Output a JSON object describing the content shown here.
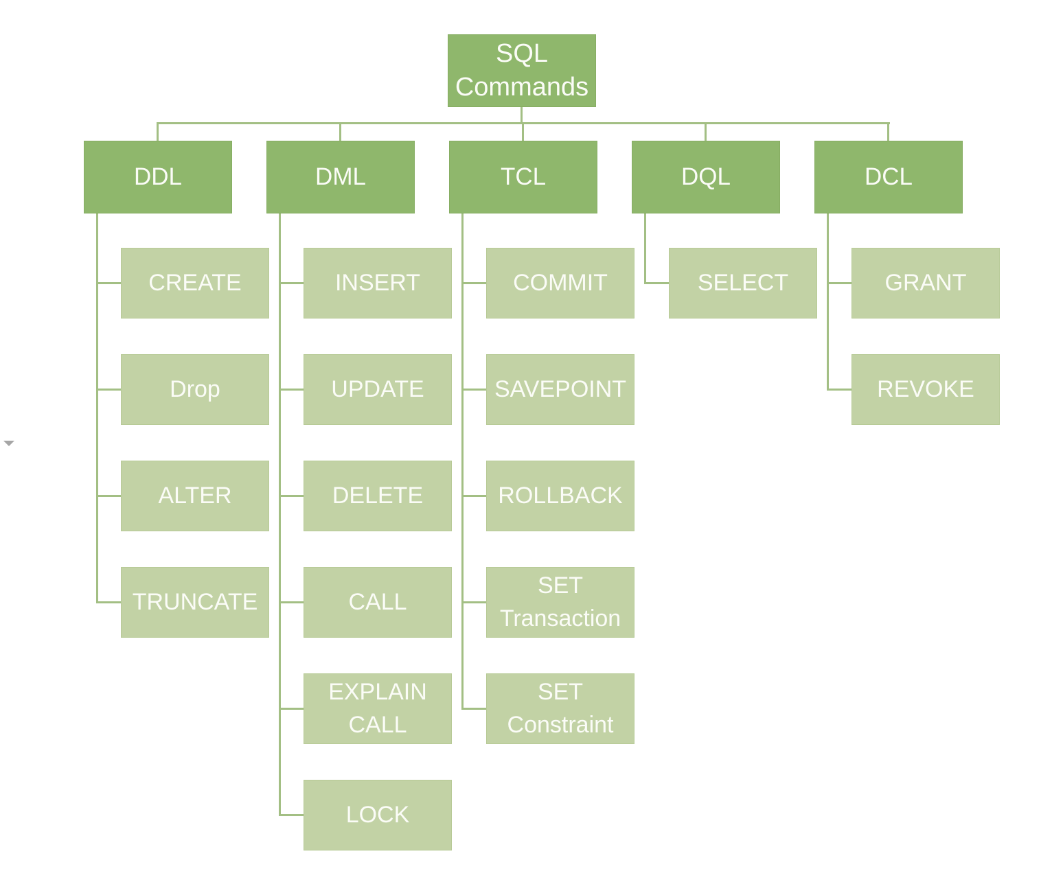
{
  "colors": {
    "parent_fill": "#8FB76C",
    "parent_border": "#86AD62",
    "child_fill": "#C2D2A5",
    "child_border": "#B7CA96",
    "line": "#A3BF84",
    "text": "#FBFCF7",
    "arrow": "#A6A6A6",
    "background": "#FFFFFF"
  },
  "root": {
    "label": "SQL\nCommands"
  },
  "branches": [
    {
      "id": "ddl",
      "label": "DDL",
      "children": [
        "CREATE",
        "Drop",
        "ALTER",
        "TRUNCATE"
      ]
    },
    {
      "id": "dml",
      "label": "DML",
      "children": [
        "INSERT",
        "UPDATE",
        "DELETE",
        "CALL",
        "EXPLAIN CALL",
        "LOCK"
      ]
    },
    {
      "id": "tcl",
      "label": "TCL",
      "children": [
        "COMMIT",
        "SAVEPOINT",
        "ROLLBACK",
        "SET Transaction",
        "SET Constraint"
      ]
    },
    {
      "id": "dql",
      "label": "DQL",
      "children": [
        "SELECT"
      ]
    },
    {
      "id": "dcl",
      "label": "DCL",
      "children": [
        "GRANT",
        "REVOKE"
      ]
    }
  ]
}
